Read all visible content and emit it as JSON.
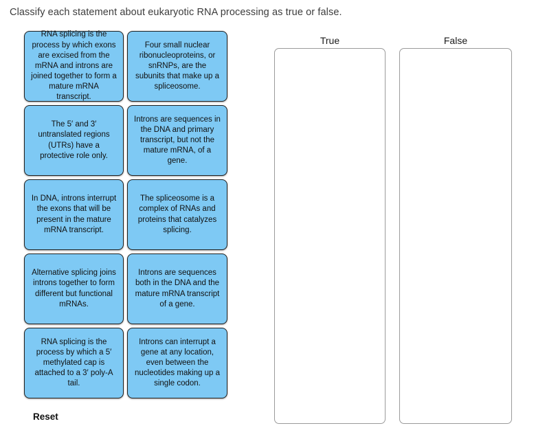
{
  "page": {
    "title": "Classify each statement about eukaryotic RNA processing as true or false."
  },
  "colors": {
    "card_fill": "#7ec9f4",
    "card_border": "#1f1f1f",
    "zone_border": "#9a9a9a",
    "title_text": "#3c3c3c"
  },
  "cards": [
    {
      "text": "RNA splicing is the process by which exons are excised from the mRNA and introns are joined together to form a mature mRNA transcript."
    },
    {
      "text": "Four small nuclear ribonucleoproteins, or snRNPs, are the subunits that make up a spliceosome."
    },
    {
      "text": "The 5′ and 3′ untranslated regions (UTRs) have a protective role only."
    },
    {
      "text": "Introns are sequences in the DNA and primary transcript, but not the mature mRNA, of a gene."
    },
    {
      "text": "In DNA, introns interrupt the exons that will be present in the mature mRNA transcript."
    },
    {
      "text": "The spliceosome is a complex of RNAs and proteins that catalyzes splicing."
    },
    {
      "text": "Alternative splicing joins introns together to form different but functional mRNAs."
    },
    {
      "text": "Introns are sequences both in the DNA and the mature mRNA transcript of a gene."
    },
    {
      "text": "RNA splicing is the process by which a 5′ methylated cap is attached to a 3′ poly-A tail."
    },
    {
      "text": "Introns can interrupt a gene at any location, even between the nucleotides making up a single codon."
    }
  ],
  "zones": {
    "true_label": "True",
    "false_label": "False"
  },
  "reset_label": "Reset"
}
